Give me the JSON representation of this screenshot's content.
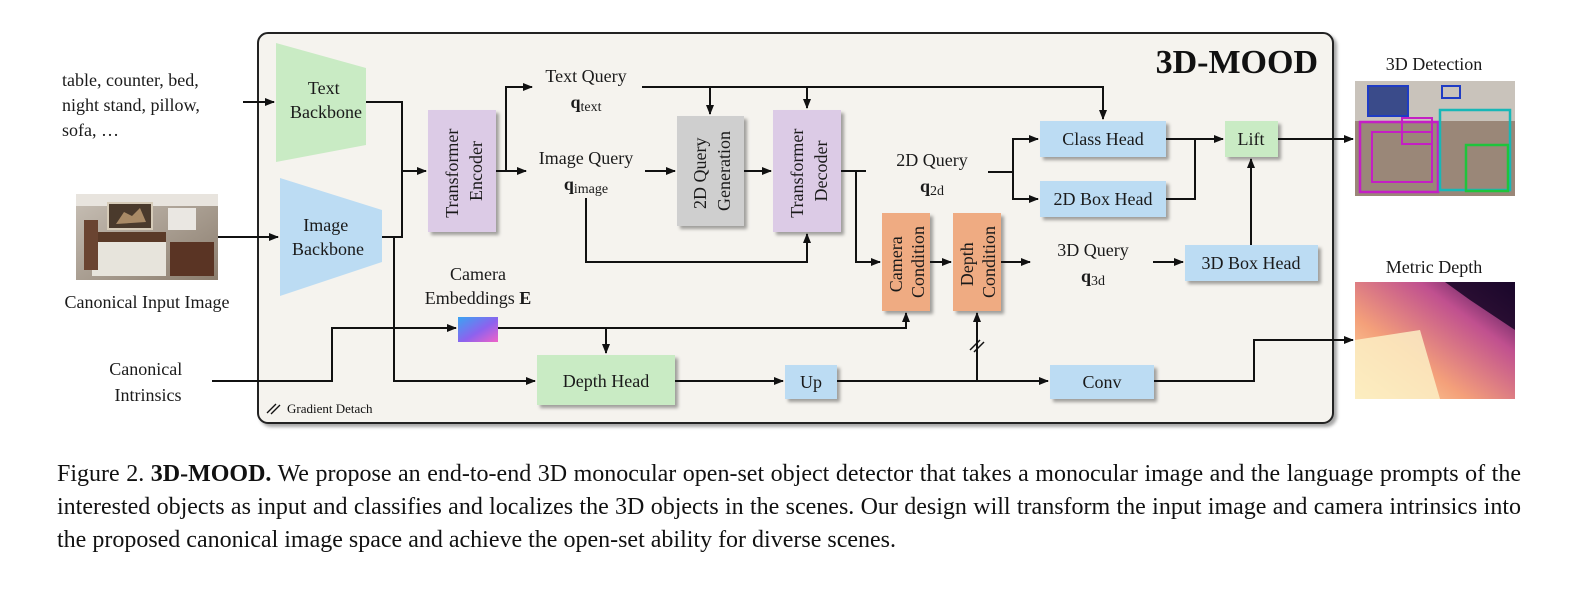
{
  "title": "3D-MOOD",
  "inputs": {
    "text_prompt_lines": [
      "table, counter, bed,",
      "night stand, pillow,",
      "sofa, …"
    ],
    "input_image_label": "Canonical Input Image",
    "intrinsics_lines": [
      "Canonical",
      "Intrinsics"
    ]
  },
  "modules": {
    "text_backbone": [
      "Text",
      "Backbone"
    ],
    "image_backbone": [
      "Image",
      "Backbone"
    ],
    "transformer_encoder": [
      "Transformer",
      "Encoder"
    ],
    "query_generation": [
      "2D Query",
      "Generation"
    ],
    "transformer_decoder": [
      "Transformer",
      "Decoder"
    ],
    "camera_condition": [
      "Camera",
      "Condition"
    ],
    "depth_condition": [
      "Depth",
      "Condition"
    ],
    "class_head": "Class Head",
    "box2d_head": "2D Box Head",
    "box3d_head": "3D Box Head",
    "lift": "Lift",
    "depth_head": "Depth Head",
    "up": "Up",
    "conv": "Conv"
  },
  "queries": {
    "text_query": "Text Query",
    "text_query_sym": "q",
    "text_query_sub": "text",
    "image_query": "Image Query",
    "image_query_sym": "q",
    "image_query_sub": "image",
    "q2d": "2D Query",
    "q2d_sym": "q",
    "q2d_sub": "2d",
    "q3d": "3D Query",
    "q3d_sym": "q",
    "q3d_sub": "3d"
  },
  "camera_embeddings": {
    "line1": "Camera",
    "line2": "Embeddings",
    "sym": "E"
  },
  "gradient_detach": "Gradient Detach",
  "outputs": {
    "detection_label": "3D Detection",
    "depth_label": "Metric Depth"
  },
  "caption": {
    "prefix": "Figure 2.",
    "bold": "3D-MOOD.",
    "text": "We propose an end-to-end 3D monocular open-set object detector that takes a monocular image and the language prompts of the interested objects as input and classifies and localizes the 3D objects in the scenes.  Our design will transform the input image and camera intrinsics into the proposed canonical image space and achieve the open-set ability for diverse scenes."
  },
  "colors": {
    "green": "#c9ebc4",
    "blue": "#bcdcf3",
    "purple": "#dccbe6",
    "gray": "#cfcfcf",
    "orange": "#efab82",
    "panel": "#f5f3ee"
  }
}
